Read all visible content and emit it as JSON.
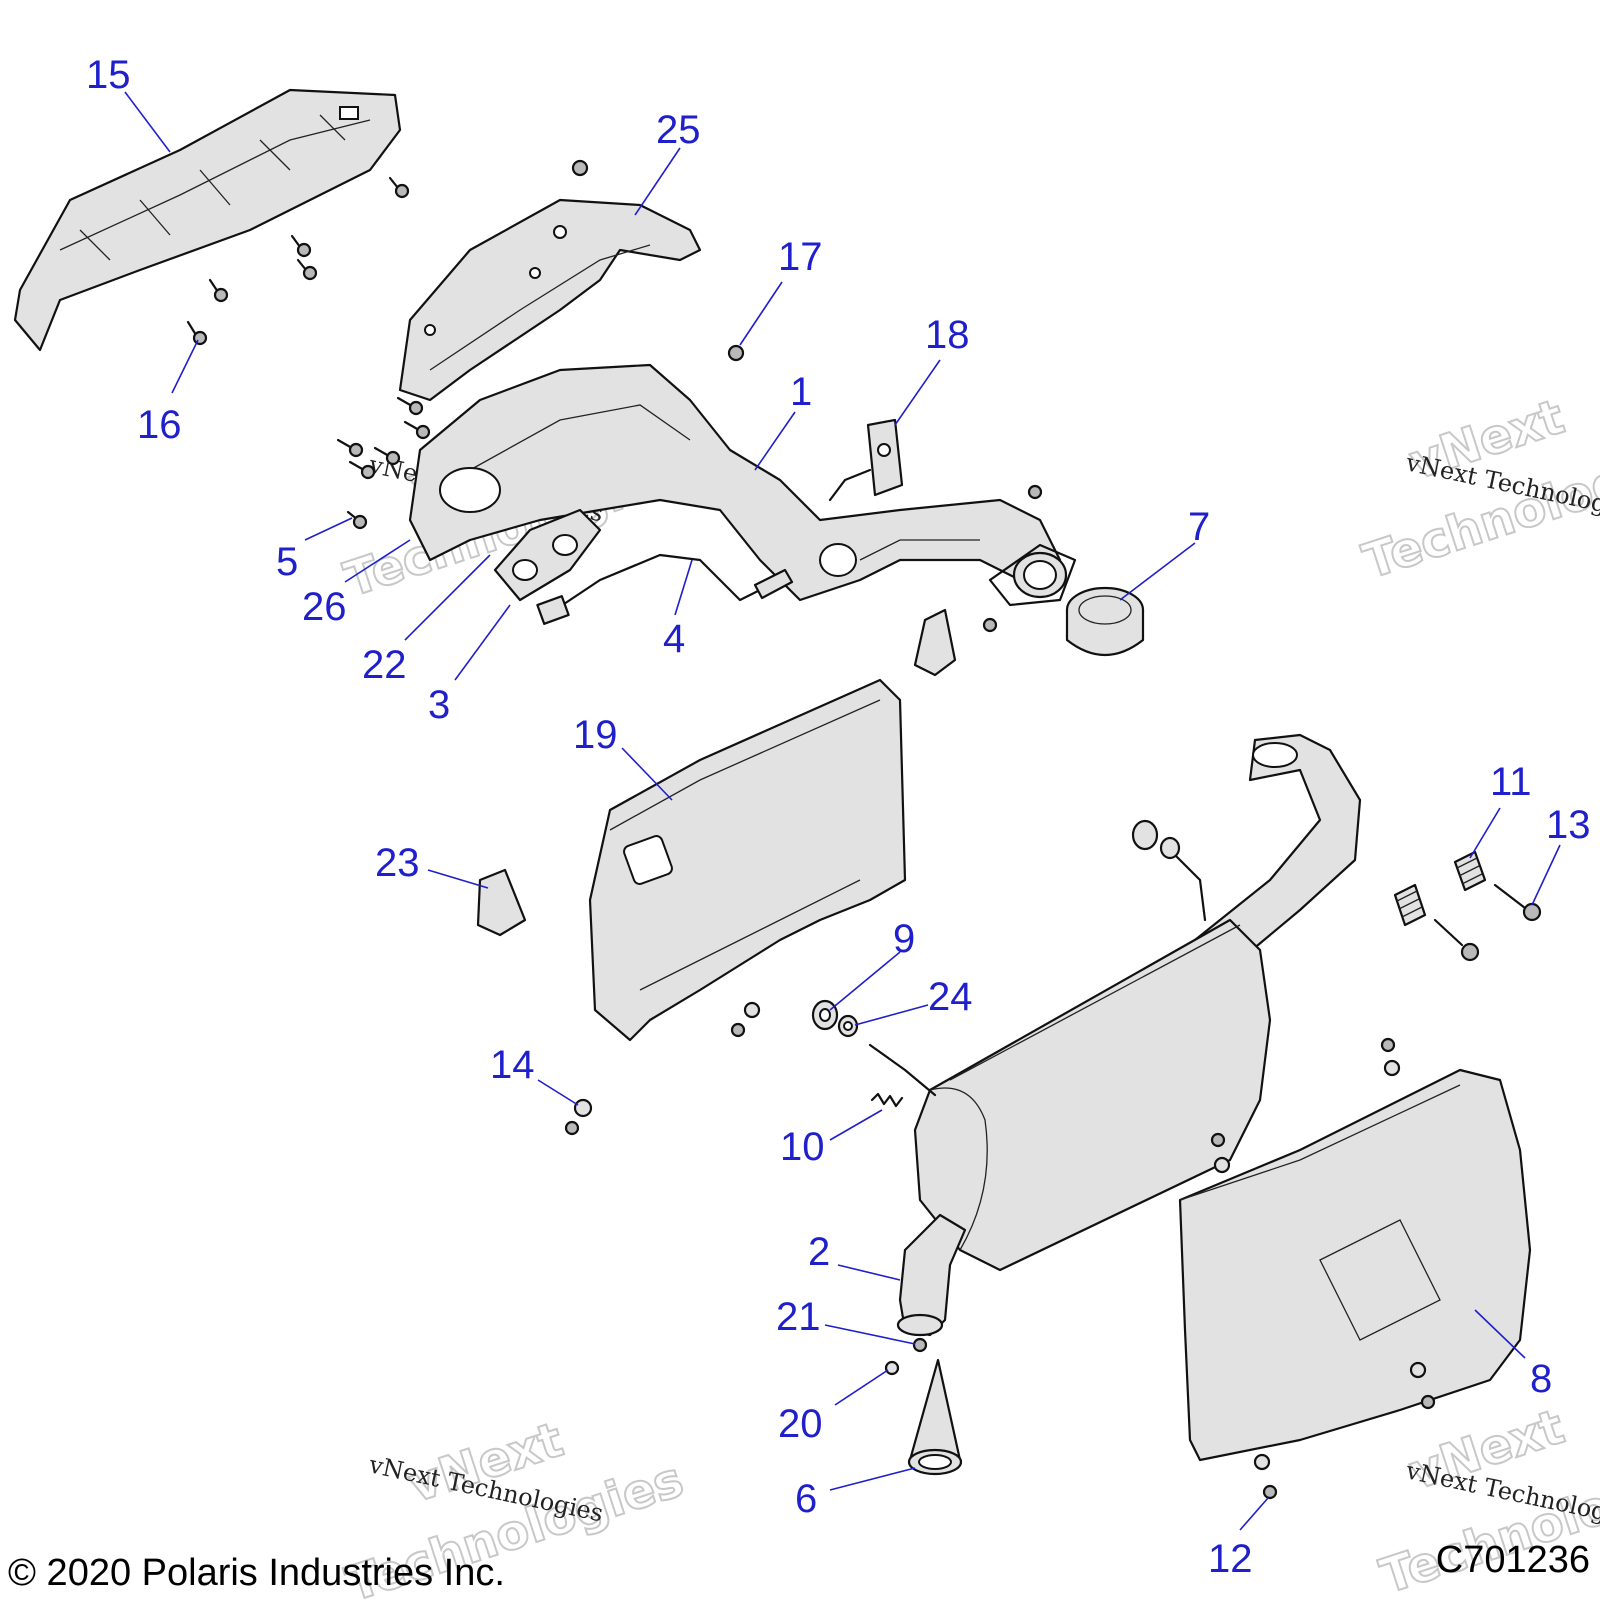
{
  "callouts": [
    {
      "label": "1"
    },
    {
      "label": "2"
    },
    {
      "label": "3"
    },
    {
      "label": "4"
    },
    {
      "label": "5"
    },
    {
      "label": "6"
    },
    {
      "label": "7"
    },
    {
      "label": "8"
    },
    {
      "label": "9"
    },
    {
      "label": "10"
    },
    {
      "label": "11"
    },
    {
      "label": "12"
    },
    {
      "label": "13"
    },
    {
      "label": "14"
    },
    {
      "label": "15"
    },
    {
      "label": "16"
    },
    {
      "label": "17"
    },
    {
      "label": "18"
    },
    {
      "label": "19"
    },
    {
      "label": "20"
    },
    {
      "label": "21"
    },
    {
      "label": "22"
    },
    {
      "label": "23"
    },
    {
      "label": "24"
    },
    {
      "label": "25"
    },
    {
      "label": "26"
    }
  ],
  "watermark": {
    "line1": "vNext",
    "line2": "Technologies",
    "caption": "vNext Technologies"
  },
  "footer": {
    "copyright": "© 2020 Polaris Industries Inc.",
    "drawing_id": "C701236"
  },
  "colors": {
    "callout": "#1f1fcc",
    "outline": "#111111",
    "fill": "#e2e2e2",
    "watermark": "#c8c8c8"
  }
}
